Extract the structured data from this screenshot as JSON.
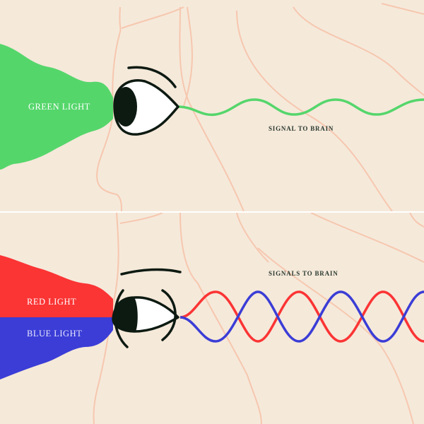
{
  "top_panel": {
    "light_label": "GREEN LIGHT",
    "signal_label": "SIGNAL TO BRAIN",
    "light_color": "#55d66b"
  },
  "bottom_panel": {
    "red_label": "RED LIGHT",
    "blue_label": "BLUE LIGHT",
    "signal_label": "SIGNALS TO BRAIN",
    "red_color": "#fb3434",
    "blue_color": "#3b3dd6"
  },
  "colors": {
    "background": "#f5e9da",
    "face_lines": "#f7c2a8",
    "eye_outline": "#0d1a12",
    "divider": "#ffffff"
  }
}
